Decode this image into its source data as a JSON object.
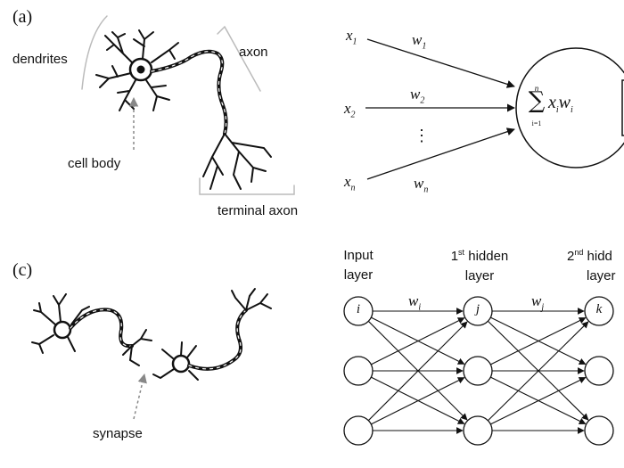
{
  "panels": {
    "a": "(a)",
    "c": "(c)"
  },
  "neuron": {
    "dendrites": "dendrites",
    "axon": "axon",
    "cell_body": "cell body",
    "terminal_axon": "terminal axon",
    "synapse": "synapse"
  },
  "perceptron": {
    "x1": "x",
    "x1_sub": "1",
    "x2": "x",
    "x2_sub": "2",
    "xn": "x",
    "xn_sub": "n",
    "w1": "w",
    "w1_sub": "1",
    "w2": "w",
    "w2_sub": "2",
    "wn": "w",
    "wn_sub": "n",
    "dots": "⋮",
    "sum_top": "n",
    "sum_symbol": "∑",
    "sum_bottom": "i=1",
    "sum_expr": "x",
    "sum_expr_sub": "i",
    "sum_expr2": "w",
    "sum_expr2_sub": "i"
  },
  "network": {
    "input_layer": [
      "Input",
      "layer"
    ],
    "hidden1_layer": {
      "prefix": "1",
      "sup": "st",
      "suffix": " hidden",
      "line2": "layer"
    },
    "hidden2_layer": {
      "prefix": "2",
      "sup": "nd",
      "suffix": " hidd",
      "line2": "layer"
    },
    "node_i": "i",
    "node_j": "j",
    "node_k": "k",
    "weight_i": "w",
    "weight_i_sub": "i",
    "weight_j": "w",
    "weight_j_sub": "j"
  }
}
